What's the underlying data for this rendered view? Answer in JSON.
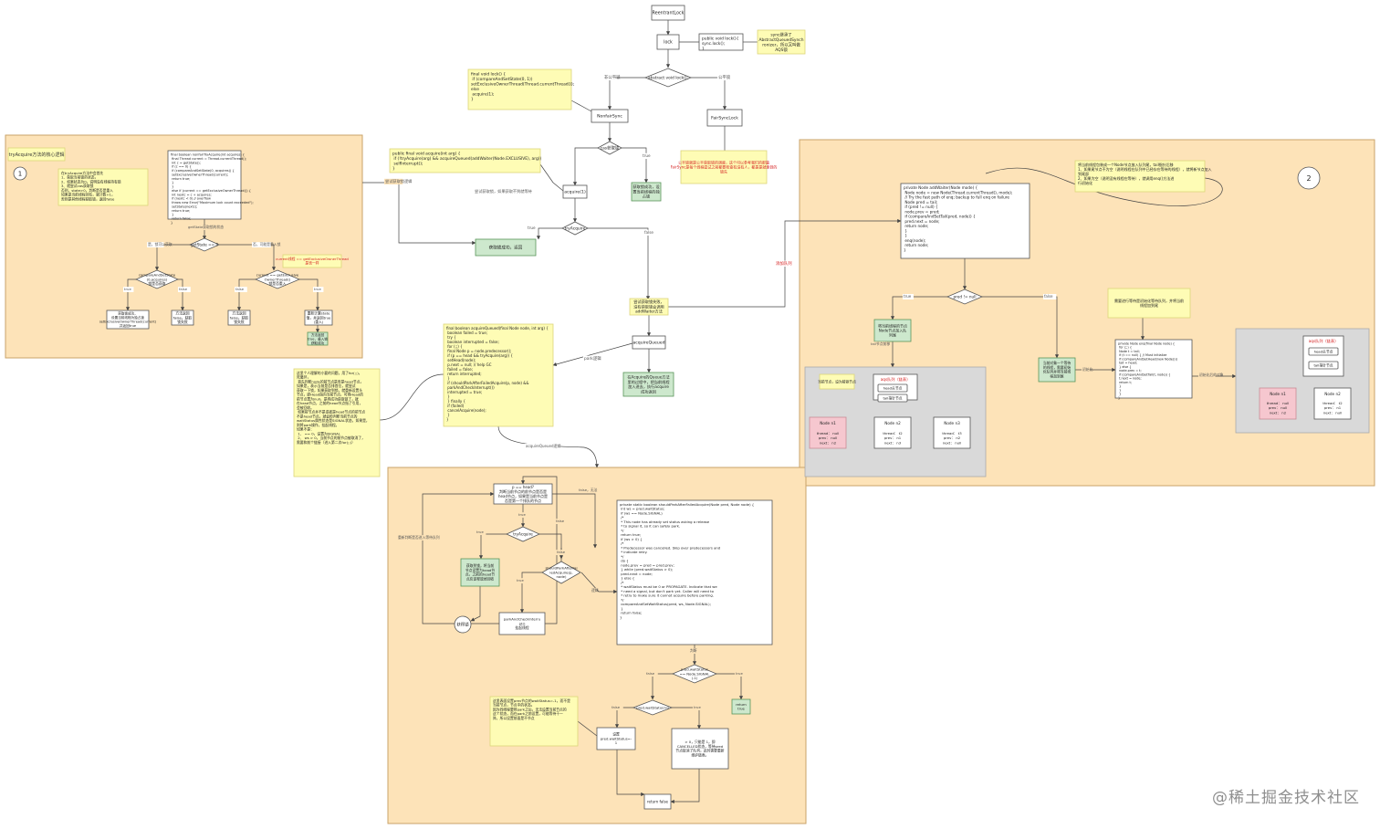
{
  "colors": {
    "region": "#fde3b8",
    "region_stroke": "#c9a36a",
    "note": "#fefcb5",
    "note_stroke": "#dcd57a",
    "box": "#ffffff",
    "box_stroke": "#555555",
    "green": "#cde8cd",
    "green_stroke": "#5a955a",
    "grey_panel": "#d9d9d9",
    "pink": "#f6c7cf",
    "line": "#444444",
    "red_text": "#d52020"
  },
  "top_flow": {
    "reentrant": "ReentrantLock",
    "lock": "lock",
    "public_lock_lines": [
      "public void lock(){",
      "sync.lock();",
      "}"
    ],
    "note_sync_lines": [
      "sync继承了",
      "AbstractQueuedSynch",
      "ronizer，所以又叫做",
      "AQS锁"
    ],
    "abstract_lock": "abstract void lock();",
    "edge_unfair": "非公平锁",
    "edge_fair": "公平锁",
    "nonfair_sync": "NonfairSync",
    "fair_sync": "FairSyncLock",
    "final_lock_lines": [
      "final void lock() {",
      "  if (compareAndSetState(0, 1))",
      "",
      "setExclusiveOwnerThread(Thread.currentThread());",
      "else",
      "  acquire(1);",
      "}"
    ],
    "cas_decision": "cas获取锁",
    "edge_true": "true",
    "success_box_lines": [
      "获取锁成功，设",
      "置当前线程的独",
      "占锁"
    ],
    "acquire": "acquire(1)",
    "try_acquire": "tryAcquire",
    "try_acquire_note_lines": [
      "public final void acquire(int arg) {",
      "  if (!tryAcquire(arg) && acquireQueued(addWaiter(Node.EXCLUSIVE), arg))",
      "    selfInterrupt();",
      "}"
    ],
    "edge_acquire_fail": "尝试获取锁，如果获取不到就等待",
    "edge_attempt": "尝试获取锁逻辑",
    "edge_true2": "true",
    "edge_false": "false",
    "success_exit": "获取锁成功，返回",
    "fair_note_lines": [
      "公平锁就是公平获取锁的调度，这个可以参考我们的那篇",
      "FairSync是每个线程尝试之前都要检查有没有人，都是是就拿到的",
      "锁先"
    ],
    "add_waiter_box_lines": [
      "尝试获取锁失败，",
      "没有获取锁会调用",
      "addWaiter方法"
    ],
    "edge_addwaiter": "添加队列",
    "acquire_queued": "acquireQueued",
    "acquire_queued_box_lines": [
      "在Acquire的Queue方法",
      "里的过程中，把当前线程",
      "加入进去，执行acquire",
      "成功返回"
    ],
    "edge_park": "park逻辑"
  },
  "region1": {
    "badge": "1",
    "title": "tryAcquire方法的核心逻辑",
    "note_lines": [
      "在tryAcquire方法中会首先",
      "1、获取当前锁的状态，",
      "2、如果状态为0，说明没有线程持有锁",
      "3、就尝试cas获取锁",
      "",
      "否则，state>0，判断是否是重入",
      "如果是当前线程持有，就计数+1，",
      "否则是其他线程获取锁，返回false"
    ],
    "code_lines": [
      "final boolean nonfairTryAcquire(int acquires) {",
      "  final Thread current = Thread.currentThread();",
      "  int c = getState();",
      "  if (c == 0) {",
      "    if (compareAndSetState(0, acquires)) {",
      "      setExclusiveOwnerThread(current);",
      "      return true;",
      "    }",
      "  }",
      "  else if (current == getExclusiveOwnerThread()) {",
      "    int nextc = c + acquires;",
      "    if (nextc < 0) // overflow",
      "      throw new Error(\"Maximum lock count exceeded\");",
      "    setState(nextc);",
      "    return true;",
      "  }",
      "  return false;",
      "}"
    ],
    "edge_get_state": "getState获取锁的状态",
    "get_state": "getState == 0",
    "edge_yes": "是，锁可以获取",
    "edge_no": "否，可能是重入锁",
    "cas_lines": [
      "compareAndSetState",
      "(0,acquires)",
      "锁是否获取"
    ],
    "owner_lines": [
      "current == getExclusive",
      "OwnerThread()",
      "锁是否重入"
    ],
    "note_owner_lines": [
      "current线程 == getExclusiveOwnerThread",
      "是否一样"
    ],
    "edge_true": "true",
    "edge_false": "false",
    "set_owner_lines": [
      "获取锁成功，",
      "设置当前线程为独占锁",
      "setExclusiveOwnerThread(current)",
      "并返回true"
    ],
    "return_false1_lines": [
      "方法返回",
      "false，获取",
      "锁失败"
    ],
    "return_false2_lines": [
      "方法返回",
      "false，获取",
      "锁失败"
    ],
    "reentrant_lines": [
      "重新计算state",
      "值，并返回true",
      "(重入)"
    ],
    "green_lines": [
      "方法返回",
      "true，重入锁",
      "获取成功"
    ]
  },
  "region2": {
    "badge": "2",
    "top_note_lines": [
      "将当前线程包装成一个Node节点放入队列尾，tail指针后移",
      "1、如果尾节点不为空（说明线程在队列中已经存在等待的线程），就将新节点加入",
      "到尾部",
      "2、如果为空（说明没有线程在等待），就调用enq()方法进",
      "行初始化"
    ],
    "code_lines": [
      "private Node addWaiter(Node mode) {",
      "  Node node = new Node(Thread.currentThread(), mode);",
      "  // Try the fast path of enq; backup to full enq on failure",
      "  Node pred = tail;",
      "  if (pred != null) {",
      "    node.prev = pred;",
      "    if (compareAndSetTail(pred, node)) {",
      "      pred.next = node;",
      "      return node;",
      "    }",
      "  }",
      "  enq(node);",
      "  return node;",
      "}"
    ],
    "edge_add": "添加逻辑",
    "pred_check": "pred != null",
    "edge_true": "true",
    "edge_false": "false",
    "green_tail_lines": [
      "将当前线程的节点",
      "Node节点加入队",
      "列尾"
    ],
    "edge_tail_ptr": "tail节点前移",
    "green_enq_lines": [
      "当前对象一个等待",
      "的线程，需要初始",
      "化队列并将当前线",
      "程加到尾"
    ],
    "edge_init": "初始化",
    "mid_note_lines": [
      "需要进行等待是初始化等待队列，并将当前",
      "线程加到尾"
    ],
    "enq_code_lines": [
      "private Node enq(final Node node) {",
      "  for (;;) {",
      "    Node t = tail;",
      "    if (t == null) { // Must initialize",
      "      if (compareAndSetHead(new Node()))",
      "        tail = head;",
      "    } else {",
      "      node.prev = t;",
      "      if (compareAndSetTail(t, node)) {",
      "        t.next = node;",
      "        return t;",
      "      }",
      "    }",
      "  }",
      "}"
    ],
    "edge_enq_init": "初始化后的对象",
    "panel_left": {
      "note": "当前节点，设为前驱节点",
      "title": "aqs队列（链表）",
      "head": "head头节点",
      "tail": "tail指针节点",
      "nodes": [
        {
          "name": "Node  n1",
          "lines": [
            "thread： null",
            "prev： null",
            "next： n2"
          ]
        },
        {
          "name": "Node  n2",
          "lines": [
            "thread： t2",
            "prev： n1",
            "next： n3"
          ]
        },
        {
          "name": "Node  n3",
          "lines": [
            "thread： t3",
            "prev： n2",
            "next： null"
          ]
        }
      ]
    },
    "panel_right": {
      "title": "aqs队列（链表）",
      "head": "head头节点",
      "tail": "tail指针节点",
      "nodes": [
        {
          "name": "Node  n1",
          "lines": [
            "thread： null",
            "prev： null",
            "next： n2"
          ]
        },
        {
          "name": "Node  n2",
          "lines": [
            "thread： t2",
            "prev： n1",
            "next： null"
          ]
        }
      ]
    }
  },
  "left_note_lines": [
    "这里个人理解的小要的问题，用了for(;;)，",
    "死循环，",
    "  首先判断node的前节点是否是head节点，",
    "如果是，表示当前是否排首位，就尝试",
    "获取一下锁，如果获取到锁，就重新设置头",
    "节点，即Head指向当前节点，可将Head的",
    "前节点置为null，是将成功获取锁了，就",
    "在head节点，之前的head节点指了引用，",
    "会被回收。",
    "  如果前节点并不是或者是head节点的前节点",
    "不是head节点，就会检判断当前节点的",
    "waitStatus属性状态是SIGNAL状态，如果是，",
    "则将park操作，挂起线程。",
    "如果不是：",
    "  1、 == 0，设置为SIGNAL",
    "  2、 ws > 0，当前节点的前节点被取消了，",
    "需要和前个链接（进入第二次for(;;)）"
  ],
  "acquire_queued_code_lines": [
    "final boolean acquireQueued(final Node node, int arg) {",
    "  boolean failed = true;",
    "  try {",
    "    boolean interrupted = false;",
    "    for (;;) {",
    "      final Node p = node.predecessor();",
    "      if (p == head && tryAcquire(arg)) {",
    "        setHead(node);",
    "        p.next = null; // help GC",
    "        failed = false;",
    "        return interrupted;",
    "      }",
    "      if (shouldParkAfterFailedAcquire(p, node) &&",
    "        parkAndCheckInterrupt())",
    "        interrupted = true;",
    "    }",
    "  } finally {",
    "    if (failed)",
    "      cancelAcquire(node);",
    "  }",
    "}"
  ],
  "edge_acquire_queued_logic": "acquireQueued逻辑",
  "region3": {
    "p_head_lines": [
      "p == head?",
      "判断当前节点的前节点是否是",
      "head节点，如果是当前节点是",
      "否是第一个排队的节点"
    ],
    "edge_false_head": "false，无法",
    "edge_true": "true",
    "edge_false": "false",
    "edge_loop": "重新判断是否进入等待队列",
    "try_acquire": "tryAcquire",
    "green_lines": [
      "获取到锁，将当前",
      "节点设置为head节",
      "点，之前的head节",
      "点应该释放掉回收"
    ],
    "should_park_lines": [
      "shouldParkAfterFai",
      "ledAcquire(p,",
      "node)"
    ],
    "park_lines": [
      "parkAndCheckInterru",
      "pt()",
      "挂起线程"
    ],
    "acquire_ok": "获得锁",
    "edge_logic": "逻辑",
    "code_lines": [
      "private static boolean shouldParkAfterFailedAcquire(Node pred, Node node) {",
      "  int ws = pred.waitStatus;",
      "  if (ws == Node.SIGNAL)",
      "    /*",
      "     * This node has already set status asking a release",
      "     * to signal it, so it can safely park.",
      "     */",
      "    return true;",
      "  if (ws > 0) {",
      "    /*",
      "     * Predecessor was cancelled. Skip over predecessors and",
      "     * indicate retry.",
      "     */",
      "    do {",
      "      node.prev = pred = pred.prev;",
      "    } while (pred.waitStatus > 0);",
      "    pred.next = node;",
      "  } else {",
      "    /*",
      "     * waitStatus must be 0 or PROPAGATE. Indicate that we",
      "     * need a signal, but don't park yet. Caller will need to",
      "     * retry to make sure it cannot acquire before parking.",
      "     */",
      "    compareAndSetWaitStatus(pred, ws, Node.SIGNAL);",
      "  }",
      "  return false;",
      "}"
    ],
    "edge_judge": "判断",
    "signal_lines": [
      "pred.waitStatus",
      "== Node.SIGNAL",
      "(-1)"
    ],
    "return_true_lines": [
      "return",
      "true"
    ],
    "ws_gt0": "pred.waitStatus>0",
    "note_lines": [
      "这里表面设置prev节点的waitStatus=-1，而不是",
      "当前节点，节点中的状态。",
      "",
      "因为同线程要将park之后，无法设置当前节点的",
      "这个状态，而在park之前设置，可能等待干一",
      "阵，所以设置前面是不节点"
    ],
    "set_lines": [
      "设置",
      "pred.waitStatus=-",
      "1"
    ],
    "cancel_lines": [
      "> 0，只能是 1，即",
      "CANCELLED状态，等待pred",
      "节点取消了队列，此时需要重新",
      "维护链表。"
    ],
    "return_false": "return false"
  },
  "watermark": "@稀土掘金技术社区"
}
